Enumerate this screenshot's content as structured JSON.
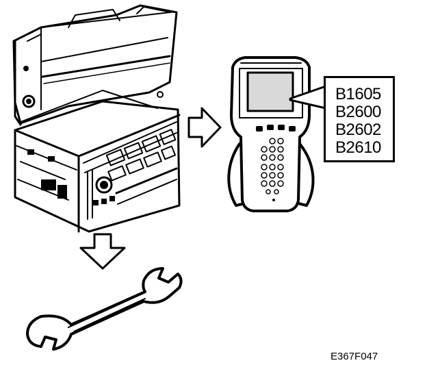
{
  "diagram": {
    "dtc_codes": [
      "B1605",
      "B2600",
      "B2602",
      "B2610"
    ],
    "figure_id": "E367F047"
  },
  "icons": {
    "radio_units": "car-radio-units-icon",
    "scan_tool": "scan-tool-icon",
    "arrow_right": "arrow-right-icon",
    "arrow_down": "arrow-down-icon",
    "wrench": "wrench-icon"
  },
  "colors": {
    "line": "#000000",
    "background": "#ffffff",
    "screen": "#d9d9d9"
  }
}
